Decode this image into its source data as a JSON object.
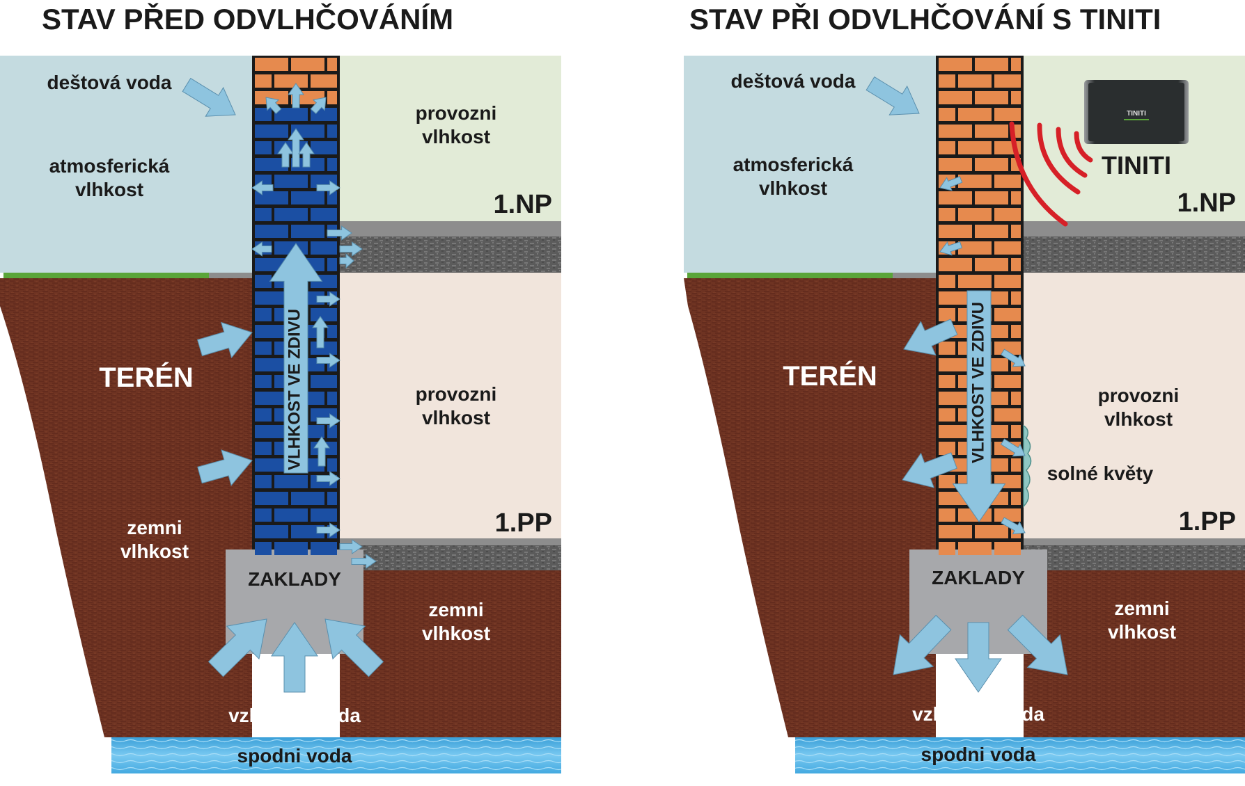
{
  "colors": {
    "sky": "#c4dbe0",
    "room_top": "#e2ebd7",
    "room_bottom": "#f1e5dc",
    "soil": "#6e3322",
    "soil_dark": "#5a2619",
    "grass": "#5aa539",
    "concrete": "#5b5b5b",
    "foundation": "#a7a8ab",
    "water": "#4fb2e6",
    "arrow": "#8ec4df",
    "brick_wet": "#1b4fa3",
    "brick_dry": "#e68a4e",
    "mortar": "#1a1a1a",
    "signal": "#d62027",
    "device": "#2a2e2f"
  },
  "left": {
    "title": "STAV PŘED ODVLHČOVÁNÍM",
    "rain": "deštová voda",
    "atmo_1": "atmosferická",
    "atmo_2": "vlhkost",
    "room_top_1": "provozni",
    "room_top_2": "vlhkost",
    "floor_np": "1.NP",
    "terrain": "TERÉN",
    "room_bottom_1": "provozni",
    "room_bottom_2": "vlhkost",
    "floor_pp": "1.PP",
    "wall_label": "VLHKOST VE ZDIVU",
    "soil_1": "zemni",
    "soil_2": "vlhkost",
    "foundation": "ZAKLADY",
    "soil_right_1": "zemni",
    "soil_right_2": "vlhkost",
    "rising": "vzlinajici voda",
    "ground_water": "spodni voda"
  },
  "right": {
    "title": "STAV PŘI ODVLHČOVÁNÍ S TINITI",
    "rain": "deštová voda",
    "atmo_1": "atmosferická",
    "atmo_2": "vlhkost",
    "device_label": "TINITI",
    "device_small": "TINITI",
    "floor_np": "1.NP",
    "terrain": "TERÉN",
    "wall_label": "VLHKOST VE ZDIVU",
    "room_bottom_1": "provozni",
    "room_bottom_2": "vlhkost",
    "salt": "solné květy",
    "floor_pp": "1.PP",
    "foundation": "ZAKLADY",
    "soil_right_1": "zemni",
    "soil_right_2": "vlhkost",
    "rising": "vzlinajici voda",
    "ground_water": "spodni voda"
  }
}
